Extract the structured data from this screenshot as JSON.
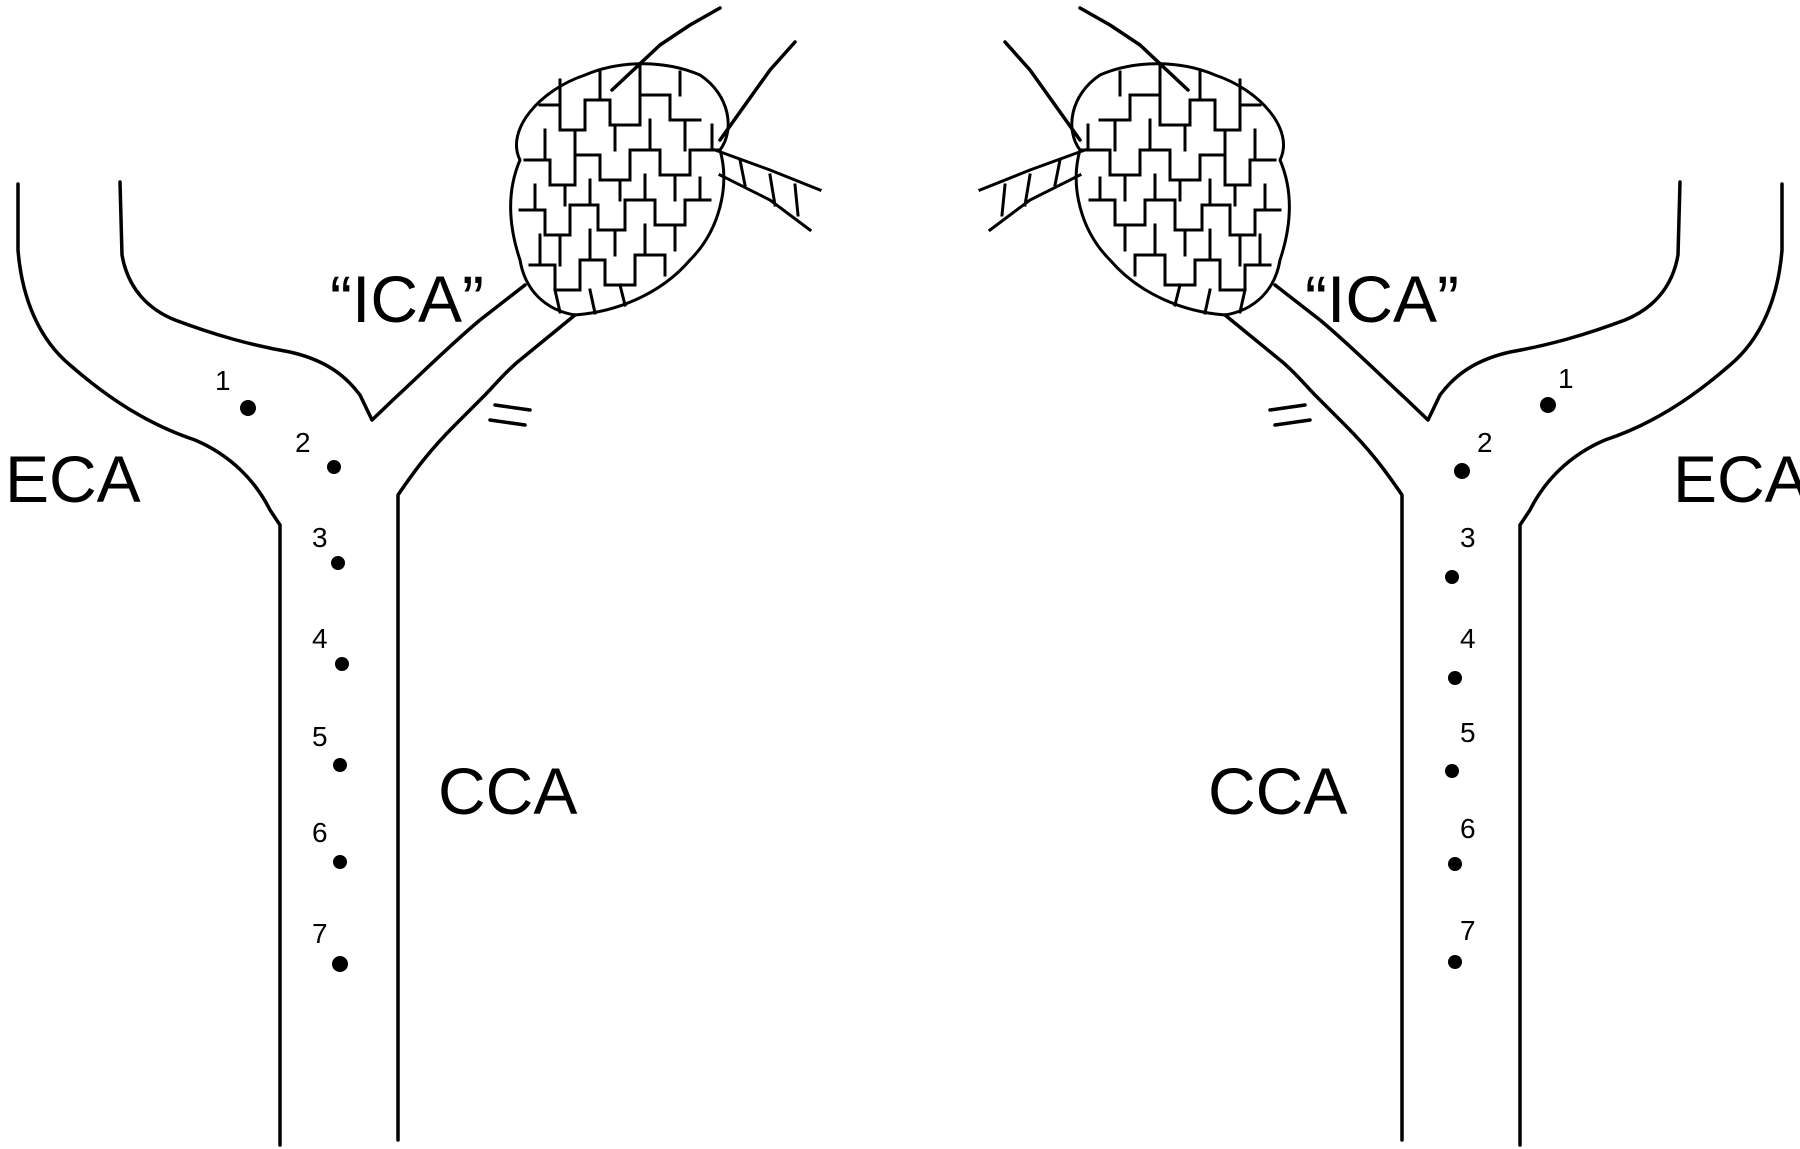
{
  "labels": {
    "eca": "ECA",
    "ica": "“ICA”",
    "cca": "CCA"
  },
  "points": [
    "1",
    "2",
    "3",
    "4",
    "5",
    "6",
    "7"
  ]
}
